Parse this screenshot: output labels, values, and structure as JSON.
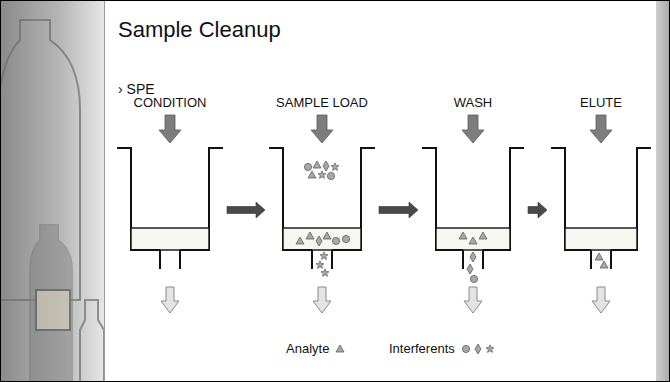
{
  "diagram": {
    "title": "Sample Cleanup",
    "nodes": [
      {
        "text": [
          "CONDITION"
        ]
      },
      {
        "text": [
          "SAMPLE LOAD"
        ]
      },
      {
        "text": [
          "WASH"
        ]
      },
      {
        "text": [
          "ELUTE"
        ]
      }
    ],
    "edges": [
      {
        "from": 0,
        "to": 1,
        "arrow": "to"
      },
      {
        "from": 1,
        "to": 2,
        "arrow": "to"
      },
      {
        "from": 2,
        "to": 3,
        "arrow": "to"
      }
    ],
    "labels": [
      "› SPE"
    ],
    "legend": [
      {
        "text": "Analyte"
      },
      {
        "text": "Interferents"
      }
    ]
  }
}
